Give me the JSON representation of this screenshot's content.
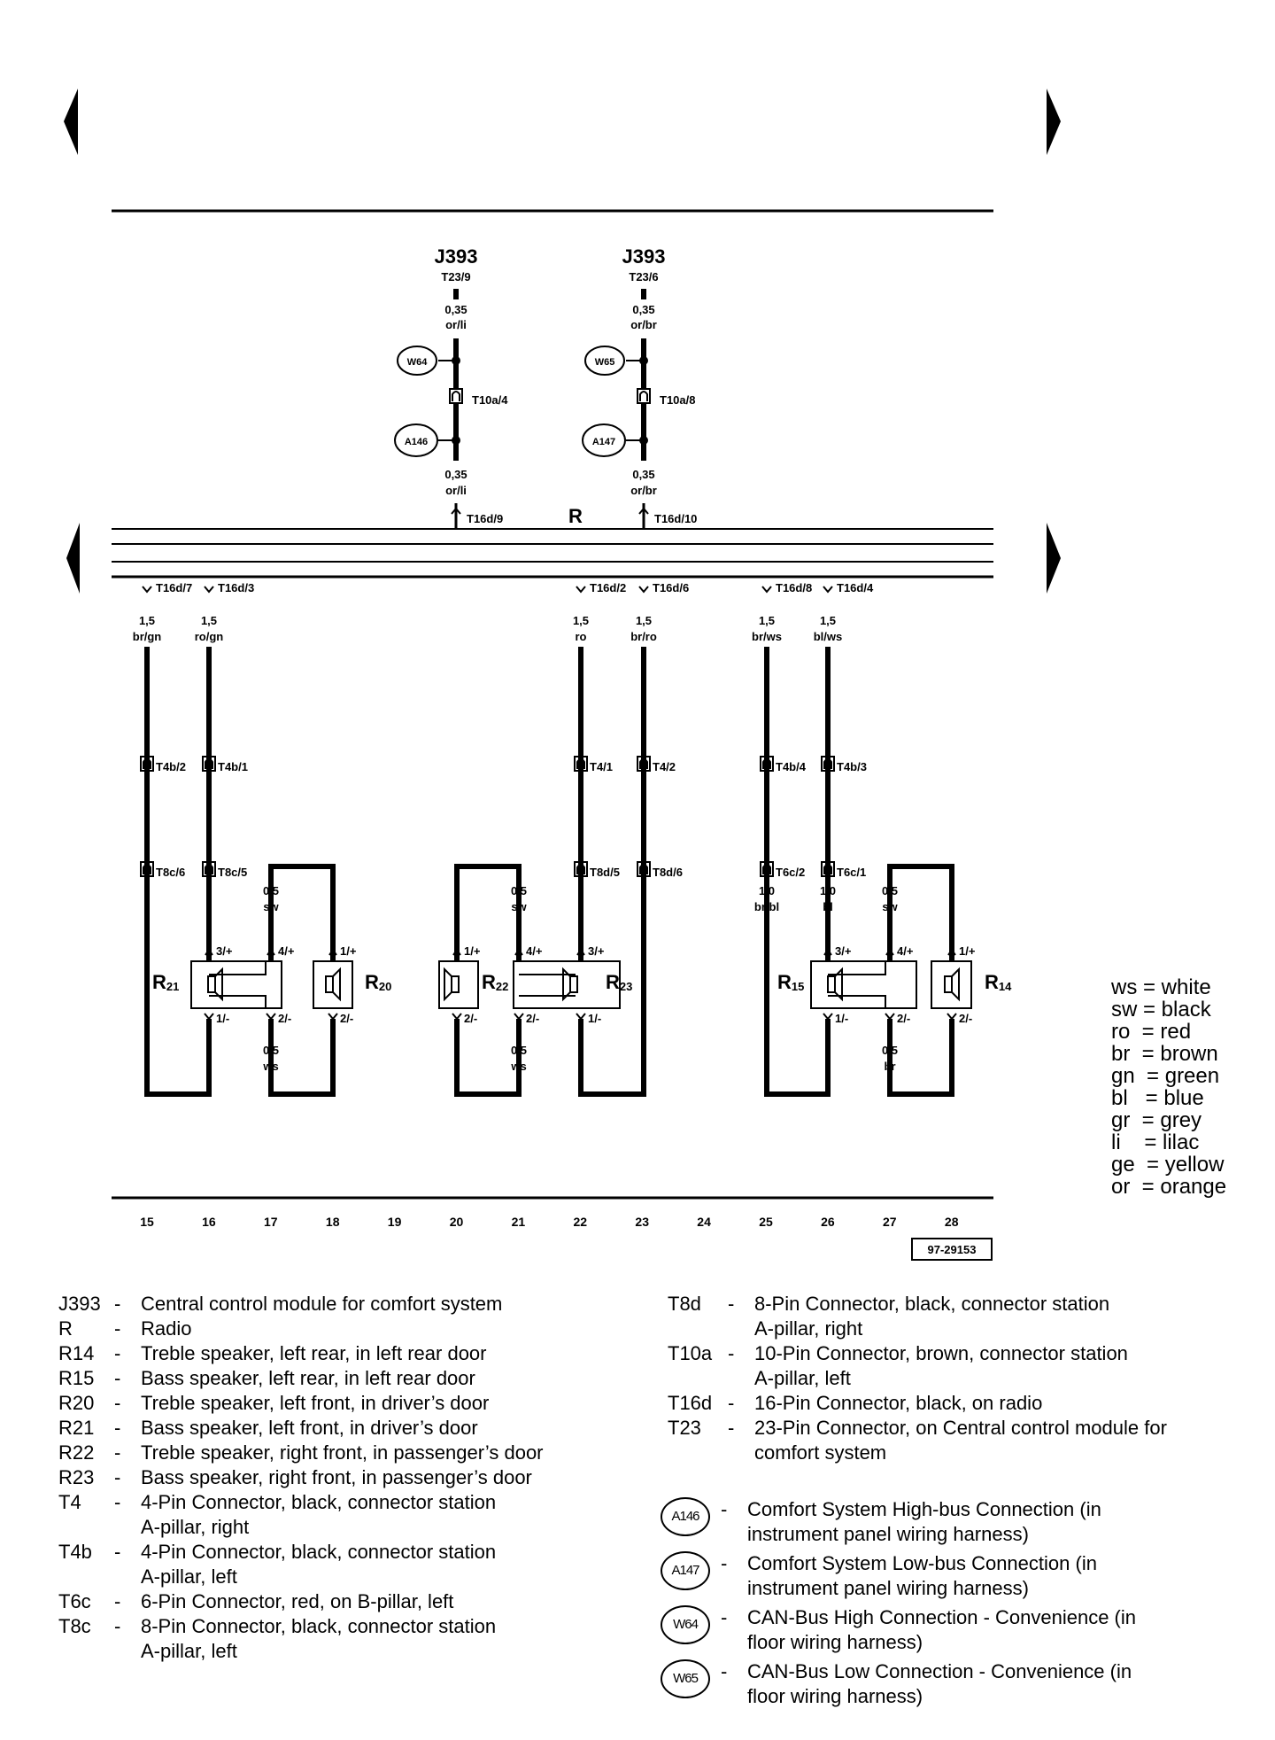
{
  "diagram": {
    "modules": [
      {
        "id": "J393",
        "pin": "T23/9",
        "wire_top": [
          "0,35",
          "or/li"
        ],
        "ground1": "W64",
        "conn": "T10a/4",
        "ground2": "A146",
        "wire_bottom": [
          "0,35",
          "or/li"
        ],
        "radio_pin": "T16d/9"
      },
      {
        "id": "J393",
        "pin": "T23/6",
        "wire_top": [
          "0,35",
          "or/br"
        ],
        "ground1": "W65",
        "conn": "T10a/8",
        "ground2": "A147",
        "wire_bottom": [
          "0,35",
          "or/br"
        ],
        "radio_pin": "T16d/10"
      }
    ],
    "radio_label": "R",
    "radio_pins_bottom": [
      "T16d/7",
      "T16d/3",
      "T16d/2",
      "T16d/6",
      "T16d/8",
      "T16d/4"
    ],
    "wires": [
      {
        "size": "1,5",
        "color": "br/gn"
      },
      {
        "size": "1,5",
        "color": "ro/gn"
      },
      {
        "size": "1,5",
        "color": "ro"
      },
      {
        "size": "1,5",
        "color": "br/ro"
      },
      {
        "size": "1,5",
        "color": "br/ws"
      },
      {
        "size": "1,5",
        "color": "bl/ws"
      }
    ],
    "connectors_mid": [
      "T4b/2",
      "T4b/1",
      "T4/1",
      "T4/2",
      "T4b/4",
      "T4b/3"
    ],
    "connectors_low": [
      "T8c/6",
      "T8c/5",
      "T8d/5",
      "T8d/6",
      "T6c/2",
      "T6c/1"
    ],
    "lower_wires": [
      {
        "size": "0,5",
        "color": "sw"
      },
      {
        "size": "0,5",
        "color": "ws"
      },
      {
        "size": "0,5",
        "color": "sw"
      },
      {
        "size": "0,5",
        "color": "ws"
      },
      {
        "size": "1,0",
        "color": "br/bl"
      },
      {
        "size": "1,0",
        "color": "bl"
      },
      {
        "size": "0,5",
        "color": "sw"
      },
      {
        "size": "0,5",
        "color": "br"
      }
    ],
    "speakers": [
      {
        "id": "R",
        "sub": "21"
      },
      {
        "id": "R",
        "sub": "20"
      },
      {
        "id": "R",
        "sub": "22"
      },
      {
        "id": "R",
        "sub": "23"
      },
      {
        "id": "R",
        "sub": "15"
      },
      {
        "id": "R",
        "sub": "14"
      }
    ],
    "pin_labels": {
      "p3": "3/+",
      "p4": "4/+",
      "p1": "1/+",
      "m1": "1/-",
      "m2": "2/-"
    },
    "columns": [
      "15",
      "16",
      "17",
      "18",
      "19",
      "20",
      "21",
      "22",
      "23",
      "24",
      "25",
      "26",
      "27",
      "28"
    ],
    "figure_id": "97-29153"
  },
  "color_legend": [
    "ws = white",
    "sw = black",
    "ro  = red",
    "br  = brown",
    "gn  = green",
    "bl   = blue",
    "gr  = grey",
    "li    = lilac",
    "ge  = yellow",
    "or  = orange"
  ],
  "key_left": [
    {
      "code": "J393",
      "desc": "Central control module for comfort system"
    },
    {
      "code": "R",
      "desc": "Radio"
    },
    {
      "code": "R14",
      "desc": "Treble speaker, left rear, in left rear door"
    },
    {
      "code": "R15",
      "desc": "Bass speaker, left rear, in left rear door"
    },
    {
      "code": "R20",
      "desc": "Treble speaker, left front, in driver’s door"
    },
    {
      "code": "R21",
      "desc": "Bass speaker, left front, in driver’s door"
    },
    {
      "code": "R22",
      "desc": "Treble speaker, right front, in passenger’s door"
    },
    {
      "code": "R23",
      "desc": "Bass speaker, right front, in passenger’s door"
    },
    {
      "code": "T4",
      "desc": "4-Pin Connector, black,  connector station",
      "desc2": "A-pillar, right"
    },
    {
      "code": "T4b",
      "desc": "4-Pin Connector, black,  connector station",
      "desc2": "A-pillar, left"
    },
    {
      "code": "T6c",
      "desc": "6-Pin Connector, red, on B-pillar, left"
    },
    {
      "code": "T8c",
      "desc": "8-Pin Connector, black, connector station",
      "desc2": "A-pillar, left"
    }
  ],
  "key_right": [
    {
      "code": "T8d",
      "desc": "8-Pin Connector, black, connector station",
      "desc2": "A-pillar, right"
    },
    {
      "code": "T10a",
      "desc": "10-Pin Connector, brown, connector station",
      "desc2": "A-pillar, left"
    },
    {
      "code": "T16d",
      "desc": "16-Pin Connector, black, on radio"
    },
    {
      "code": "T23",
      "desc": "23-Pin Connector, on Central control module for",
      "desc2": "comfort system"
    }
  ],
  "key_circles": [
    {
      "code": "A146",
      "desc": "Comfort System High-bus Connection (in",
      "desc2": "instrument panel wiring harness)"
    },
    {
      "code": "A147",
      "desc": "Comfort System Low-bus Connection (in",
      "desc2": "instrument panel wiring harness)"
    },
    {
      "code": "W64",
      "desc": "CAN-Bus High Connection - Convenience (in",
      "desc2": "floor wiring harness)"
    },
    {
      "code": "W65",
      "desc": "CAN-Bus Low Connection - Convenience (in",
      "desc2": "floor wiring harness)"
    }
  ]
}
